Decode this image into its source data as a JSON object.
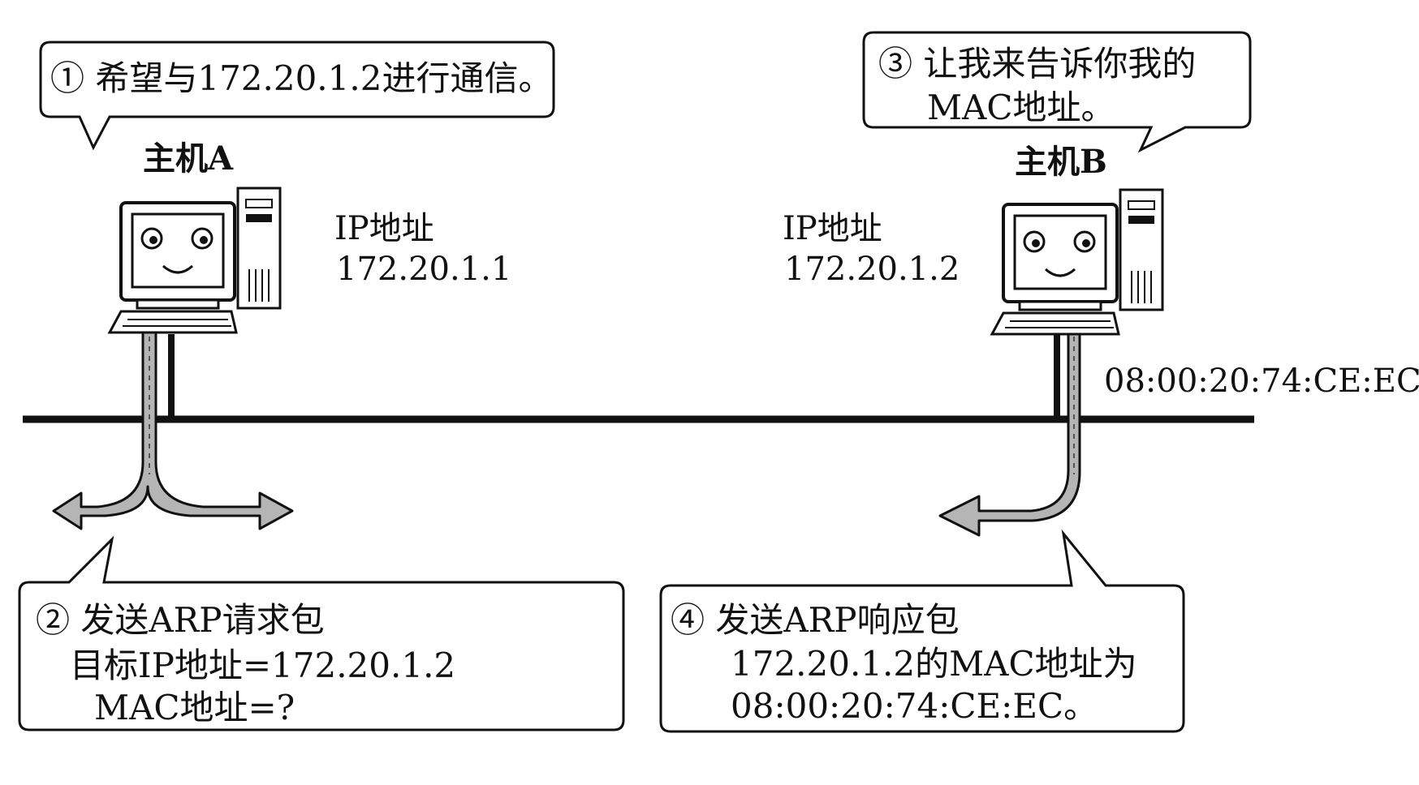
{
  "callouts": {
    "step1": "① 希望与172.20.1.2进行通信。",
    "step2": {
      "line1": "② 发送ARP请求包",
      "line2": "目标IP地址=172.20.1.2",
      "line3": "MAC地址=?"
    },
    "step3": {
      "line1": "③ 让我来告诉你我的",
      "line2": "MAC地址。"
    },
    "step4": {
      "line1": "④ 发送ARP响应包",
      "line2": "172.20.1.2的MAC地址为",
      "line3": "08:00:20:74:CE:EC。"
    }
  },
  "host_a": {
    "name": "主机A",
    "ip_label": "IP地址",
    "ip": "172.20.1.1"
  },
  "host_b": {
    "name": "主机B",
    "ip_label": "IP地址",
    "ip": "172.20.1.2",
    "mac": "08:00:20:74:CE:EC"
  },
  "colors": {
    "line": "#111111",
    "arrow_fill": "#b5b5b5",
    "background": "#ffffff"
  }
}
